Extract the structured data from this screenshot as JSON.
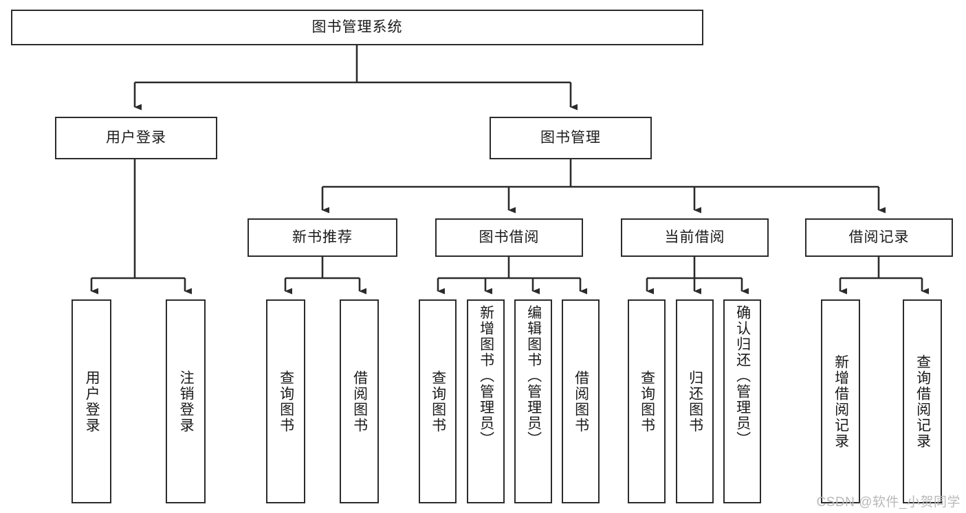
{
  "diagram": {
    "type": "tree-hierarchy-chart",
    "title": "图书管理系统",
    "colors": {
      "box_border": "#2b2b2b",
      "box_fill": "#ffffff",
      "connector": "#2b2b2b",
      "text": "#1a1a1a",
      "watermark": "#b9b9b9",
      "background": "#ffffff"
    },
    "levels": {
      "root": {
        "label": "图书管理系统"
      },
      "level2": [
        {
          "id": "user-login",
          "label": "用户登录"
        },
        {
          "id": "book-manage",
          "label": "图书管理"
        }
      ],
      "level3": [
        {
          "id": "new-book-recommend",
          "label": "新书推荐",
          "parent": "book-manage"
        },
        {
          "id": "book-borrow",
          "label": "图书借阅",
          "parent": "book-manage"
        },
        {
          "id": "current-borrow",
          "label": "当前借阅",
          "parent": "book-manage"
        },
        {
          "id": "borrow-record",
          "label": "借阅记录",
          "parent": "book-manage"
        }
      ],
      "leaves": [
        {
          "id": "leaf-user-login",
          "label": "用户登录",
          "parent": "user-login"
        },
        {
          "id": "leaf-logout-login",
          "label": "注销登录",
          "parent": "user-login"
        },
        {
          "id": "leaf-query-book-1",
          "label": "查询图书",
          "parent": "new-book-recommend"
        },
        {
          "id": "leaf-borrow-book-1",
          "label": "借阅图书",
          "parent": "new-book-recommend"
        },
        {
          "id": "leaf-query-book-2",
          "label": "查询图书",
          "parent": "book-borrow"
        },
        {
          "id": "leaf-add-book",
          "label": "新增图书（管理员）",
          "parent": "book-borrow"
        },
        {
          "id": "leaf-edit-book",
          "label": "编辑图书（管理员）",
          "parent": "book-borrow"
        },
        {
          "id": "leaf-borrow-book-2",
          "label": "借阅图书",
          "parent": "book-borrow"
        },
        {
          "id": "leaf-query-book-3",
          "label": "查询图书",
          "parent": "current-borrow"
        },
        {
          "id": "leaf-return-book",
          "label": "归还图书",
          "parent": "current-borrow"
        },
        {
          "id": "leaf-confirm-return",
          "label": "确认归还（管理员）",
          "parent": "current-borrow"
        },
        {
          "id": "leaf-add-record",
          "label": "新增借阅记录",
          "parent": "borrow-record"
        },
        {
          "id": "leaf-query-record",
          "label": "查询借阅记录",
          "parent": "borrow-record"
        }
      ]
    },
    "watermark": "CSDN @软件_小贺同学"
  }
}
